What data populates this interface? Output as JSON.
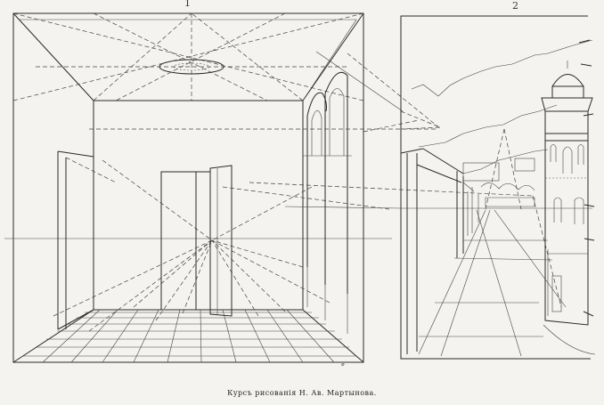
{
  "plate": {
    "figure_1_number": "1",
    "figure_2_number": "2",
    "caption": "Курсъ рисованiя Н. Ав. Мартынова."
  }
}
